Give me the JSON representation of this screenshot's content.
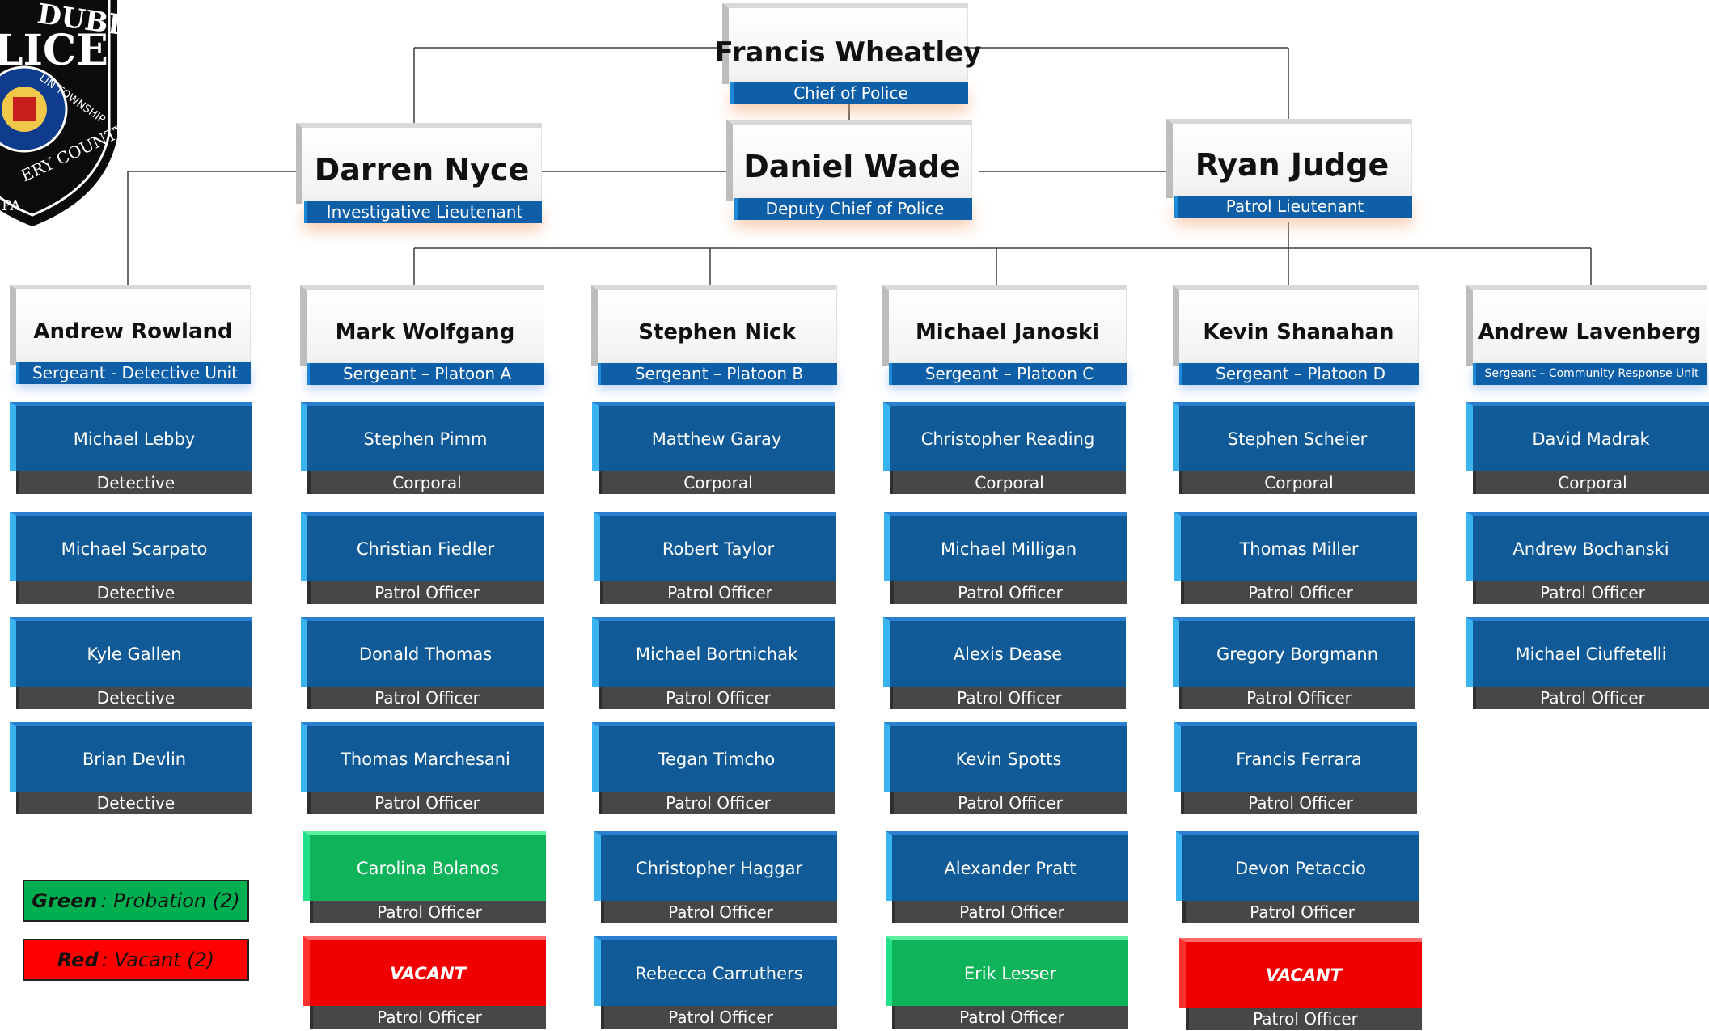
{
  "logo": {
    "text_top": "DUBLIN",
    "text_main": "LICE",
    "text_ring": "LIN TOWNSHIP",
    "text_county": "ERY COUNTY",
    "text_state": "PA"
  },
  "chief": {
    "name": "Francis Wheatley",
    "title": "Chief of Police"
  },
  "lieutenants": [
    {
      "name": "Darren Nyce",
      "title": "Investigative Lieutenant"
    },
    {
      "name": "Daniel Wade",
      "title": "Deputy Chief of Police"
    },
    {
      "name": "Ryan Judge",
      "title": "Patrol Lieutenant"
    }
  ],
  "sergeants": [
    {
      "name": "Andrew Rowland",
      "title": "Sergeant - Detective Unit",
      "members": [
        {
          "name": "Michael Lebby",
          "rank": "Detective",
          "status": "normal"
        },
        {
          "name": "Michael Scarpato",
          "rank": "Detective",
          "status": "normal"
        },
        {
          "name": "Kyle Gallen",
          "rank": "Detective",
          "status": "normal"
        },
        {
          "name": "Brian Devlin",
          "rank": "Detective",
          "status": "normal"
        }
      ]
    },
    {
      "name": "Mark Wolfgang",
      "title": "Sergeant – Platoon A",
      "members": [
        {
          "name": "Stephen Pimm",
          "rank": "Corporal",
          "status": "normal"
        },
        {
          "name": "Christian Fiedler",
          "rank": "Patrol Officer",
          "status": "normal"
        },
        {
          "name": "Donald Thomas",
          "rank": "Patrol Officer",
          "status": "normal"
        },
        {
          "name": "Thomas Marchesani",
          "rank": "Patrol Officer",
          "status": "normal"
        },
        {
          "name": "Carolina Bolanos",
          "rank": "Patrol Officer",
          "status": "probation"
        },
        {
          "name": "VACANT",
          "rank": "Patrol Officer",
          "status": "vacant"
        }
      ]
    },
    {
      "name": "Stephen Nick",
      "title": "Sergeant – Platoon B",
      "members": [
        {
          "name": "Matthew Garay",
          "rank": "Corporal",
          "status": "normal"
        },
        {
          "name": "Robert Taylor",
          "rank": "Patrol Officer",
          "status": "normal"
        },
        {
          "name": "Michael Bortnichak",
          "rank": "Patrol Officer",
          "status": "normal"
        },
        {
          "name": "Tegan Timcho",
          "rank": "Patrol Officer",
          "status": "normal"
        },
        {
          "name": "Christopher Haggar",
          "rank": "Patrol Officer",
          "status": "normal"
        },
        {
          "name": "Rebecca Carruthers",
          "rank": "Patrol Officer",
          "status": "normal"
        }
      ]
    },
    {
      "name": "Michael Janoski",
      "title": "Sergeant – Platoon C",
      "members": [
        {
          "name": "Christopher Reading",
          "rank": "Corporal",
          "status": "normal"
        },
        {
          "name": "Michael Milligan",
          "rank": "Patrol Officer",
          "status": "normal"
        },
        {
          "name": "Alexis Dease",
          "rank": "Patrol Officer",
          "status": "normal"
        },
        {
          "name": "Kevin Spotts",
          "rank": "Patrol Officer",
          "status": "normal"
        },
        {
          "name": "Alexander Pratt",
          "rank": "Patrol Officer",
          "status": "normal"
        },
        {
          "name": "Erik Lesser",
          "rank": "Patrol Officer",
          "status": "probation"
        }
      ]
    },
    {
      "name": "Kevin Shanahan",
      "title": "Sergeant – Platoon D",
      "members": [
        {
          "name": "Stephen Scheier",
          "rank": "Corporal",
          "status": "normal"
        },
        {
          "name": "Thomas Miller",
          "rank": "Patrol Officer",
          "status": "normal"
        },
        {
          "name": "Gregory Borgmann",
          "rank": "Patrol Officer",
          "status": "normal"
        },
        {
          "name": "Francis Ferrara",
          "rank": "Patrol Officer",
          "status": "normal"
        },
        {
          "name": "Devon Petaccio",
          "rank": "Patrol Officer",
          "status": "normal"
        },
        {
          "name": "VACANT",
          "rank": "Patrol Officer",
          "status": "vacant"
        }
      ]
    },
    {
      "name": "Andrew Lavenberg",
      "title": "Sergeant – Community Response Unit",
      "members": [
        {
          "name": "David Madrak",
          "rank": "Corporal",
          "status": "normal"
        },
        {
          "name": "Andrew Bochanski",
          "rank": "Patrol Officer",
          "status": "normal"
        },
        {
          "name": "Michael Ciuffetelli",
          "rank": "Patrol Officer",
          "status": "normal"
        }
      ]
    }
  ],
  "legend": {
    "green": {
      "label": "Green",
      "text": ": Probation (2)",
      "color": "#00b050"
    },
    "red": {
      "label": "Red",
      "text": ": Vacant (2)",
      "color": "#ff0000"
    }
  },
  "colors": {
    "officer": "#0f5a97",
    "rank_bar": "#474747",
    "title_strip": "#0f5fa8",
    "probation": "#0fb45a",
    "vacant": "#f00000"
  }
}
